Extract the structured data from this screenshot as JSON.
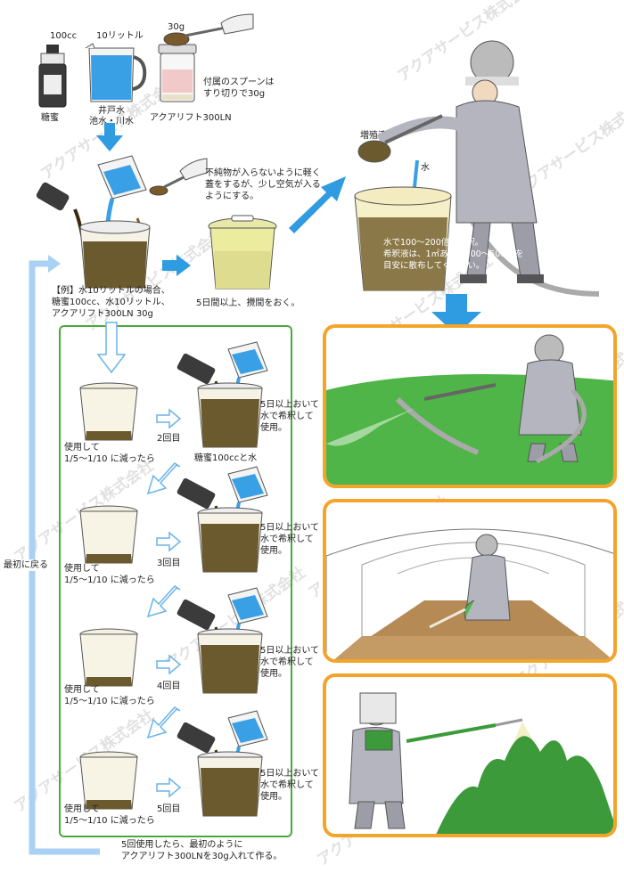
{
  "top": {
    "label_100cc": "100cc",
    "label_10l": "10リットル",
    "label_30g": "30g",
    "label_molasses": "糖蜜",
    "label_well": "井戸水",
    "label_pond": "池水・川水",
    "label_aqualift": "アクアリフト300LN",
    "label_spoon": "付属のスプーンは\nすり切りで30g"
  },
  "mix": {
    "note": "不純物が入らないように軽く\n蓋をするが、少し空気が入る\nようにする。",
    "example": "【例】水10リットルの場合、\n糖蜜100cc、水10リットル、\nアクアリフト300LN 30g",
    "wait": "5日間以上、攪間をおく。"
  },
  "right_top": {
    "label_culture": "増殖液",
    "label_water": "水",
    "dilute": "水で100～200倍に希釈。\n希釈液は、1㎡あたり200～500ccを\n目安に散布してください。"
  },
  "cycle": {
    "used": "使用して\n1/5～1/10 に減ったら",
    "add": "糖蜜100ccと水",
    "after": "5日以上おいて\n水で希釈して\n使用。",
    "round2": "2回目",
    "round3": "3回目",
    "round4": "4回目",
    "round5": "5回目",
    "back": "最初に戻る",
    "footer": "5回使用したら、最初のように\nアクアリフト300LNを30g入れて作る。"
  },
  "watermark": "アクアサービス株式会社",
  "colors": {
    "accent_green": "#4aa93c",
    "accent_orange": "#f3a52b",
    "arrow_blue": "#2f9be0",
    "water_blue": "#3aa0e6",
    "liquid_brown": "#6b5a2e",
    "grass_green": "#4fb548"
  }
}
